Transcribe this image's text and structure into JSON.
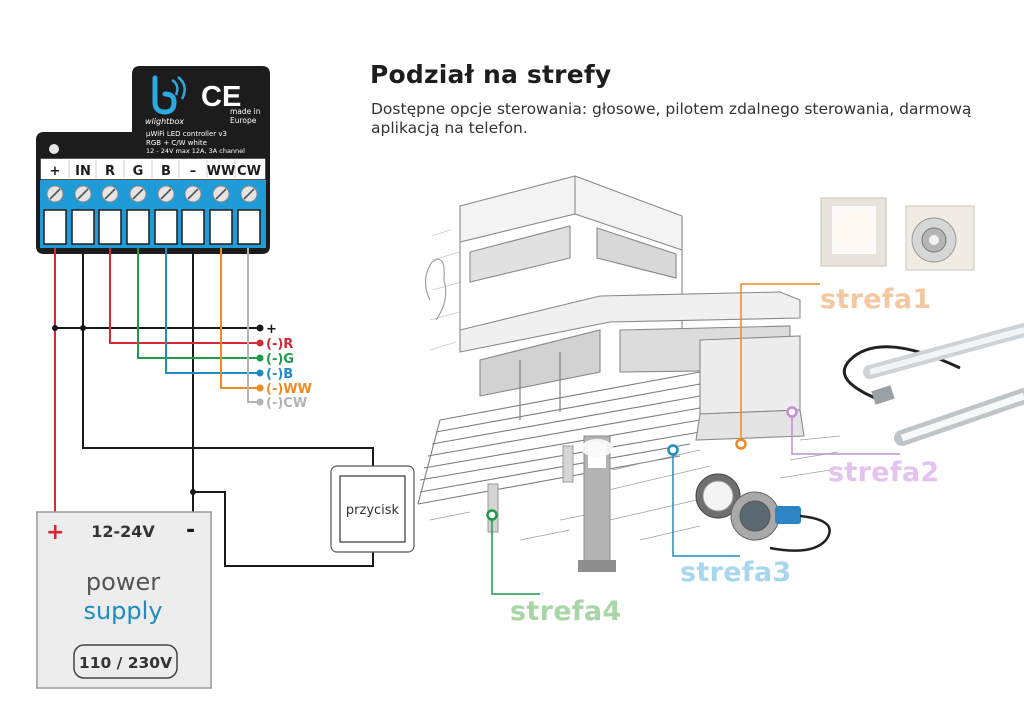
{
  "heading": {
    "title": "Podział na strefy",
    "subtitle": "Dostępne opcje sterowania: głosowe, pilotem zdalnego sterowania, darmową aplikacją na telefon."
  },
  "controller": {
    "logo": "wlightbox",
    "ce_mark": "CE",
    "made_in": "made in",
    "made_in_region": "Europe",
    "line1": "μWiFi LED controller v3",
    "line2": "RGB + C/W white",
    "line3": "12 - 24V max 12A, 3A channel",
    "terminals": [
      "+",
      "IN",
      "R",
      "G",
      "B",
      "–",
      "WW",
      "CW"
    ]
  },
  "outputs": [
    {
      "label": "+",
      "color": "#1a1a1a"
    },
    {
      "label": "(-)R",
      "color": "#d42a36"
    },
    {
      "label": "(-)G",
      "color": "#1f9a4a"
    },
    {
      "label": "(-)B",
      "color": "#1e8bc3"
    },
    {
      "label": "(-)WW",
      "color": "#ee8a1f"
    },
    {
      "label": "(-)CW",
      "color": "#b3b3b3"
    }
  ],
  "button": {
    "label": "przycisk"
  },
  "power_supply": {
    "plus": "+",
    "minus": "-",
    "voltage": "12-24V",
    "line1": "power",
    "line2": "supply",
    "mains": "110 / 230V"
  },
  "zones": [
    {
      "label": "strefa1",
      "color": "#f5c7a0"
    },
    {
      "label": "strefa2",
      "color": "#e5c3ef"
    },
    {
      "label": "strefa3",
      "color": "#a9d6ef"
    },
    {
      "label": "strefa4",
      "color": "#a8d6a6"
    }
  ],
  "colors": {
    "red": "#d42a36",
    "green": "#1f9a4a",
    "blue": "#1e8bc3",
    "orange": "#ee8a1f",
    "grey": "#b3b3b3",
    "terminal_blue": "#1f9bd8",
    "device_black": "#1c1c1c"
  }
}
